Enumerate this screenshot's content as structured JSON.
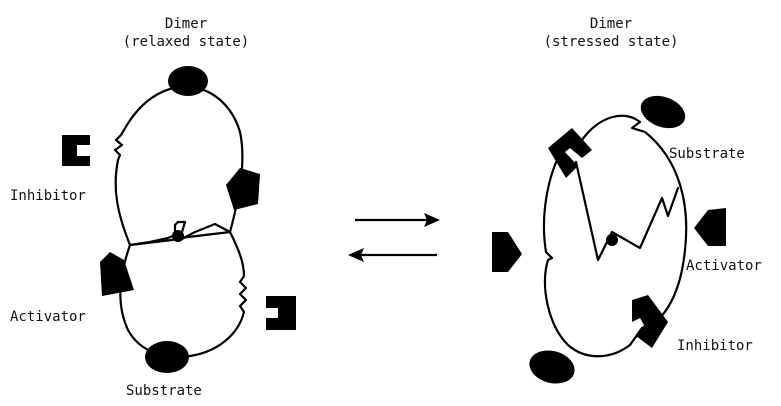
{
  "relaxed": {
    "title_line1": "Dimer",
    "title_line2": "(relaxed state)",
    "label_inhibitor": "Inhibitor",
    "label_activator": "Activator",
    "label_substrate": "Substrate"
  },
  "stressed": {
    "title_line1": "Dimer",
    "title_line2": "(stressed state)",
    "label_substrate": "Substrate",
    "label_activator": "Activator",
    "label_inhibitor": "Inhibitor"
  },
  "colors": {
    "ink": "#000000",
    "background": "#ffffff"
  }
}
